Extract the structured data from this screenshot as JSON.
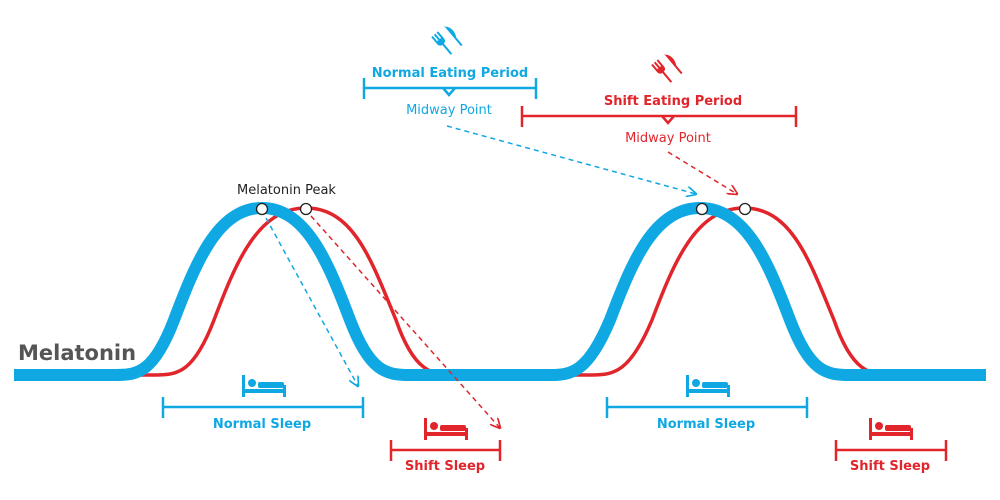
{
  "colors": {
    "normal": "#10a8e3",
    "shift": "#e1252b",
    "text_dark": "#555555",
    "text_black": "#222222"
  },
  "labels": {
    "melatonin": "Melatonin",
    "melatonin_peak": "Melatonin Peak",
    "normal_eating_period": "Normal Eating Period",
    "shift_eating_period": "Shift Eating Period",
    "midway_point": "Midway Point",
    "normal_sleep": "Normal Sleep",
    "shift_sleep": "Shift Sleep"
  },
  "icons": {
    "eating": "fork-and-knife-icon",
    "sleep": "bed-icon"
  }
}
